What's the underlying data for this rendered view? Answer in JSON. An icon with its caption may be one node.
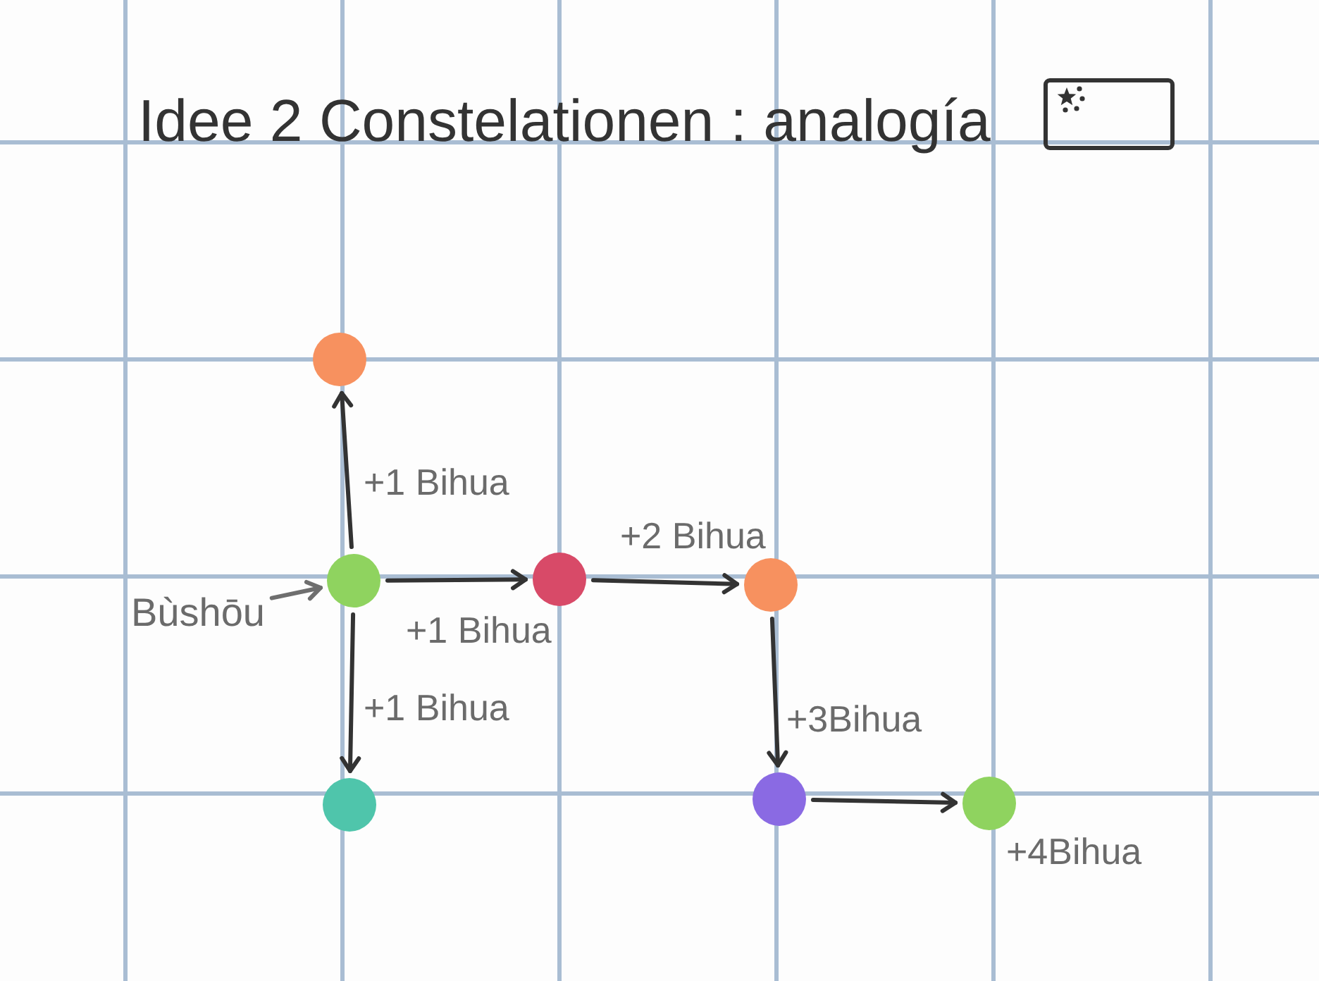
{
  "diagram": {
    "title": "Idee 2 Constelationen : analogía",
    "nodes": [
      {
        "text": [],
        "shape": "circle"
      },
      {
        "text": [
          "Bùshōu"
        ]
      },
      {
        "text": [],
        "shape": "circle"
      },
      {
        "text": [],
        "shape": "circle"
      },
      {
        "text": [],
        "shape": "circle"
      },
      {
        "text": [],
        "shape": "circle"
      },
      {
        "text": [],
        "shape": "circle"
      },
      {
        "text": [],
        "shape": "circle"
      }
    ],
    "edges": [
      {
        "from": 2,
        "to": 0,
        "arrow": "to",
        "label": "+1 Bihua"
      },
      {
        "from": 1,
        "to": 2,
        "arrow": "to",
        "color": "#6e6e6e"
      },
      {
        "from": 2,
        "to": 3,
        "arrow": "to",
        "label": "+1 Bihua"
      },
      {
        "from": 3,
        "to": 4,
        "arrow": "to",
        "label": "+2 Bihua"
      },
      {
        "from": 2,
        "to": 5,
        "arrow": "to",
        "label": "+1 Bihua"
      },
      {
        "from": 4,
        "to": 6,
        "arrow": "to",
        "label": "+3Bihua"
      },
      {
        "from": 6,
        "to": 7,
        "arrow": "to",
        "label": "+4Bihua"
      }
    ]
  }
}
